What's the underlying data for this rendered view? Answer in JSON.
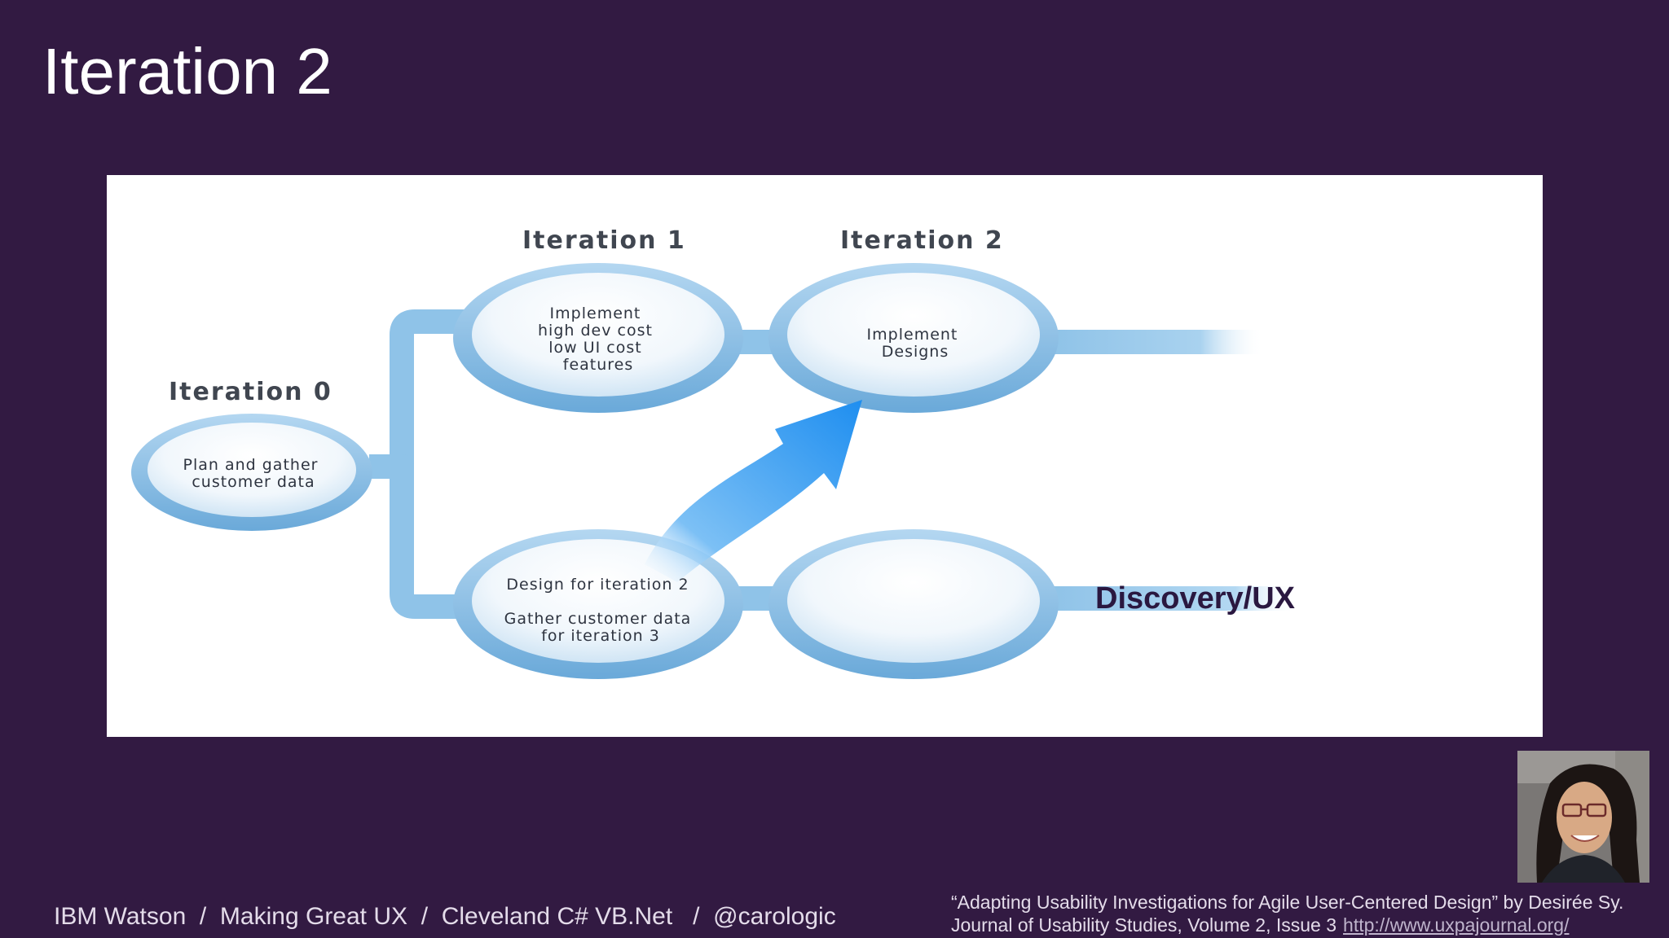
{
  "slide": {
    "title": "Iteration 2"
  },
  "diagram": {
    "stage_labels": {
      "iteration0": "Iteration 0",
      "iteration1": "Iteration 1",
      "iteration2": "Iteration 2"
    },
    "nodes": {
      "iteration0": [
        "Plan and gather",
        "customer data"
      ],
      "iteration1_dev": [
        "Implement",
        "high dev cost",
        "low UI cost",
        "features"
      ],
      "iteration2_dev": [
        "Implement",
        "Designs"
      ],
      "iteration1_ux": [
        "Design for iteration 2",
        "",
        "Gather customer data",
        "for iteration 3"
      ],
      "iteration2_ux": []
    },
    "track_label": "Discovery/UX",
    "colors": {
      "track": "#8fc3e8",
      "arrow": "#2d96ee",
      "node_rim": "#7fb6e0"
    }
  },
  "footer": {
    "left_text": "IBM Watson  /  Making Great UX  /  Cleveland C# VB.Net   /  @carologic",
    "citation_line1": "“Adapting Usability Investigations for Agile User-Centered Design” by Desirée Sy.",
    "citation_line2": "Journal of Usability Studies, Volume 2, Issue 3",
    "citation_link": "http://www.uxpajournal.org/"
  }
}
